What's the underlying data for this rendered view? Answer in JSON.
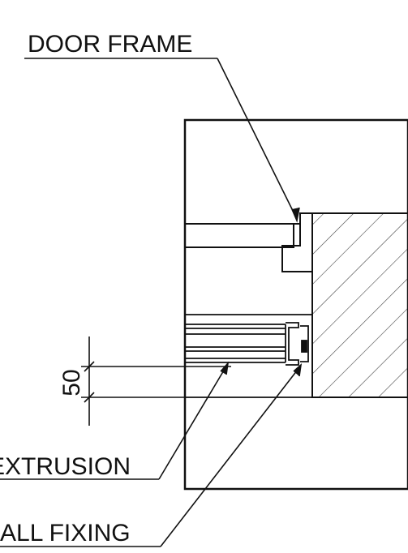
{
  "labels": {
    "door_frame": "DOOR FRAME",
    "extrusion": "EXTRUSION",
    "wall_fixing": "ALL FIXING"
  },
  "dimension": {
    "value": "50"
  },
  "colors": {
    "ink": "#111111",
    "hatch": "#444444",
    "background": "#ffffff"
  }
}
